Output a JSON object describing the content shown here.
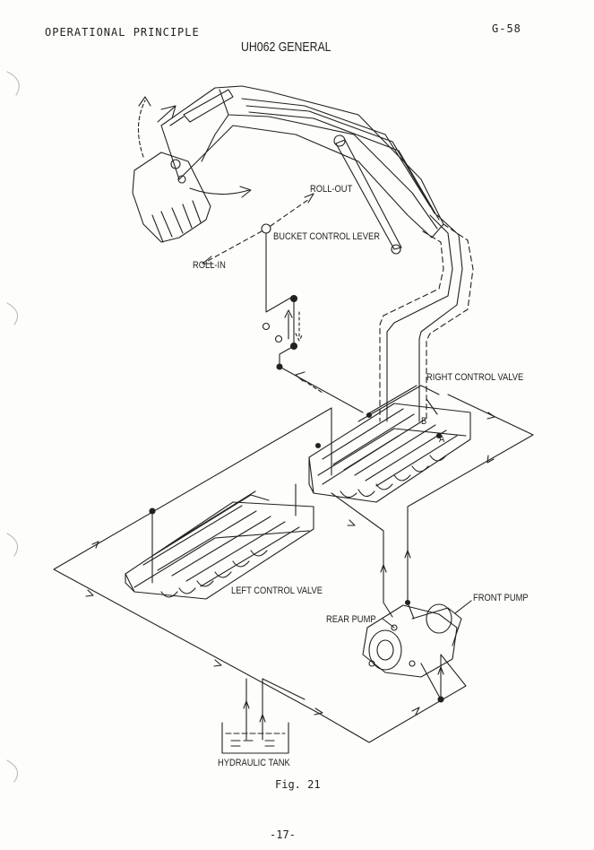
{
  "header": {
    "left": "OPERATIONAL PRINCIPLE",
    "right": "G-58"
  },
  "title": "UH062 GENERAL",
  "labels": {
    "roll_out": "ROLL-OUT",
    "bucket_control_lever": "BUCKET CONTROL LEVER",
    "roll_in": "ROLL-IN",
    "right_control_valve": "RIGHT CONTROL VALVE",
    "left_control_valve": "LEFT CONTROL VALVE",
    "front_pump": "FRONT PUMP",
    "rear_pump": "REAR PUMP",
    "hydraulic_tank": "HYDRAULIC TANK",
    "port_a": "A",
    "port_b": "B"
  },
  "caption": "Fig. 21",
  "page_number": "-17-"
}
